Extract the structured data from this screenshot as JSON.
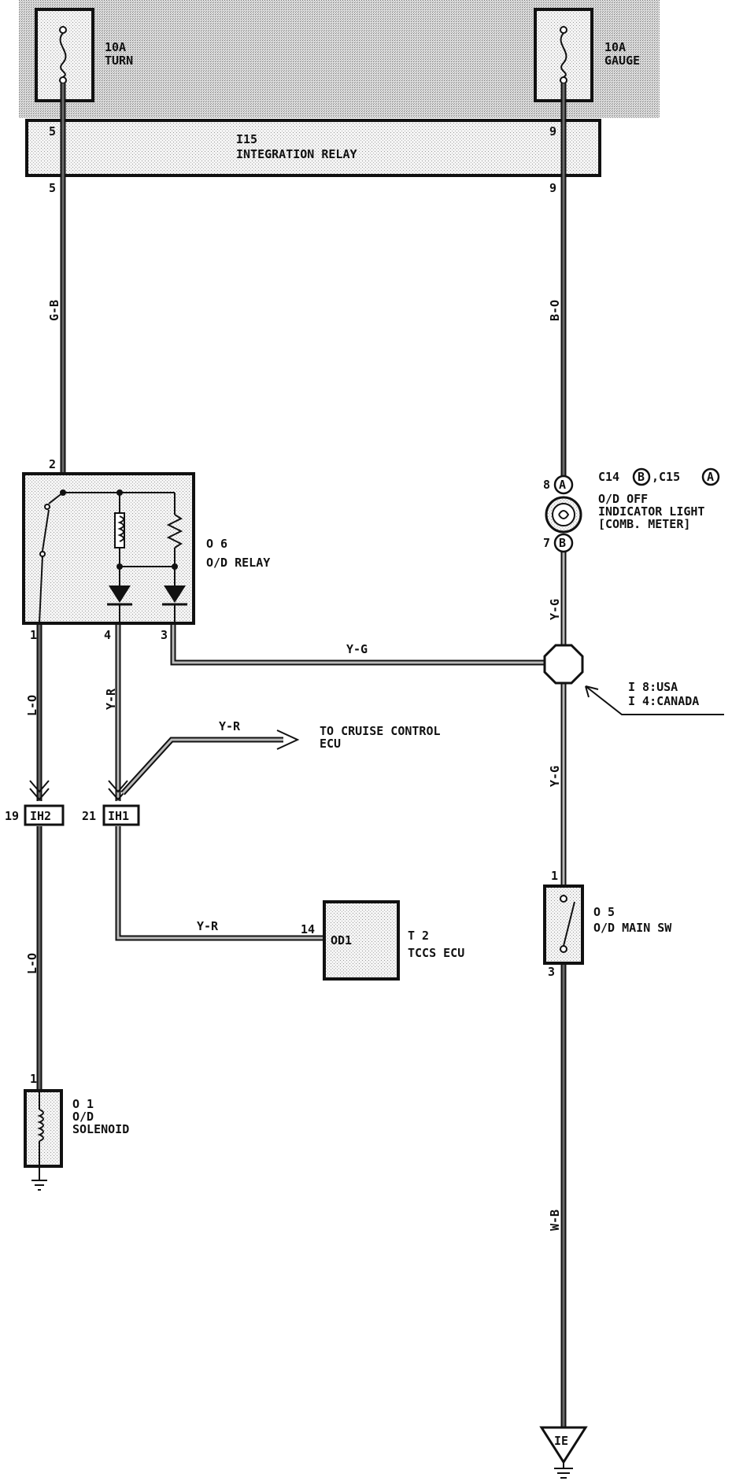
{
  "fuses": {
    "turn": {
      "rating": "10A",
      "name": "TURN"
    },
    "gauge": {
      "rating": "10A",
      "name": "GAUGE"
    }
  },
  "integration_relay": {
    "code": "I15",
    "name": "INTEGRATION RELAY",
    "pin_left_top": "5",
    "pin_left_bottom": "5",
    "pin_right_top": "9",
    "pin_right_bottom": "9"
  },
  "wires": {
    "gb": "G-B",
    "bo": "B-O",
    "lo_upper": "L-O",
    "lo_lower": "L-O",
    "yr_vertical": "Y-R",
    "yr_cruise": "Y-R",
    "yr_ecu": "Y-R",
    "yg_horizontal": "Y-G",
    "yg_upper": "Y-G",
    "yg_lower": "Y-G",
    "wb": "W-B"
  },
  "od_relay": {
    "code": "O 6",
    "name": "O/D RELAY",
    "pin_2": "2",
    "pin_1": "1",
    "pin_4": "4",
    "pin_3": "3"
  },
  "indicator": {
    "connectors": "C14",
    "connector_sep": ",C15",
    "badge_b": "B",
    "badge_a": "A",
    "line1": "O/D OFF",
    "line2": "INDICATOR LIGHT",
    "line3": "[COMB. METER]",
    "pin_8": "8",
    "pin_7": "7",
    "pin_badge_top": "A",
    "pin_badge_bottom": "B"
  },
  "junction": {
    "usa": "I 8:USA",
    "canada": "I 4:CANADA"
  },
  "cruise": {
    "line1": "TO CRUISE CONTROL",
    "line2": "ECU"
  },
  "connectors": {
    "ih2": "IH2",
    "ih2_pin": "19",
    "ih1": "IH1",
    "ih1_pin": "21"
  },
  "tccs": {
    "code": "T 2",
    "name": "TCCS ECU",
    "terminal": "OD1",
    "pin": "14"
  },
  "main_sw": {
    "code": "O 5",
    "name": "O/D MAIN SW",
    "pin_1": "1",
    "pin_3": "3"
  },
  "solenoid": {
    "code": "O 1",
    "line1": "O/D",
    "line2": "SOLENOID",
    "pin_1": "1"
  },
  "ground": {
    "label": "IE"
  }
}
